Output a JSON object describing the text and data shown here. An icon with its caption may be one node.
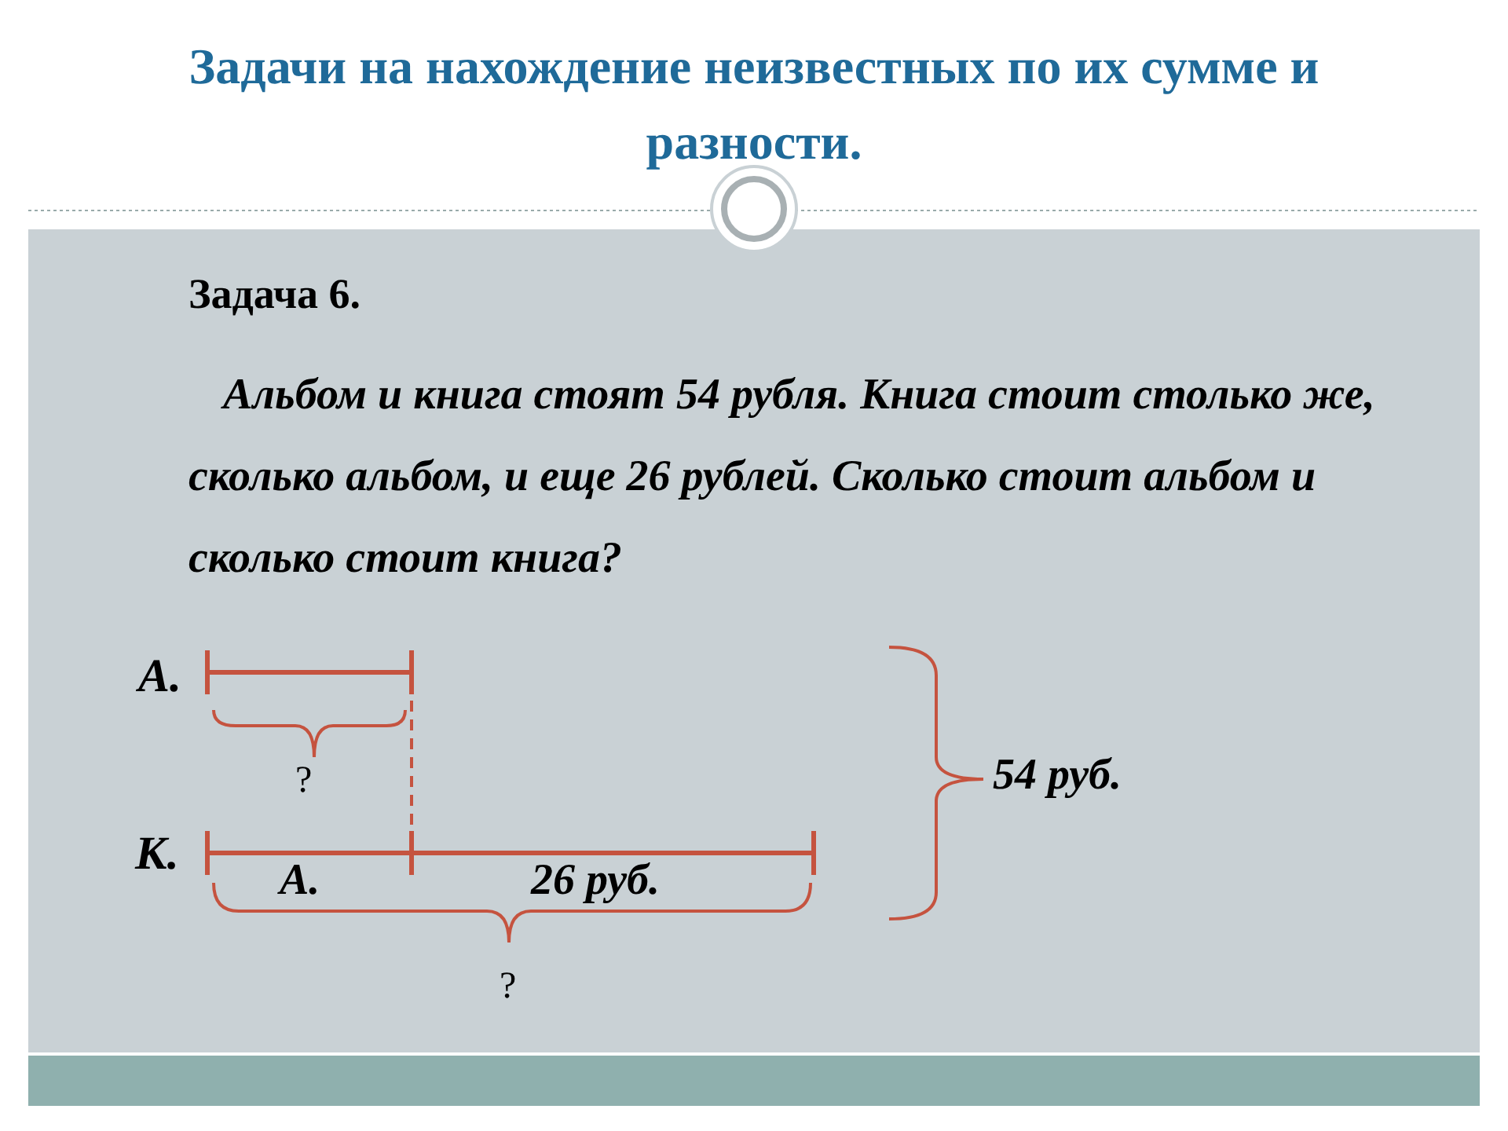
{
  "diagram": {
    "title": "Задачи на нахождение неизвестных по их сумме и разности.",
    "labels": [
      "Задача 6.",
      "Альбом и книга стоят 54 рубля. Книга стоит столько же, сколько альбом, и еще 26 рублей. Сколько стоит альбом и сколько стоит книга?",
      "А.",
      "?",
      "54 руб.",
      "К.",
      "А.",
      "26 руб.",
      "?"
    ]
  }
}
